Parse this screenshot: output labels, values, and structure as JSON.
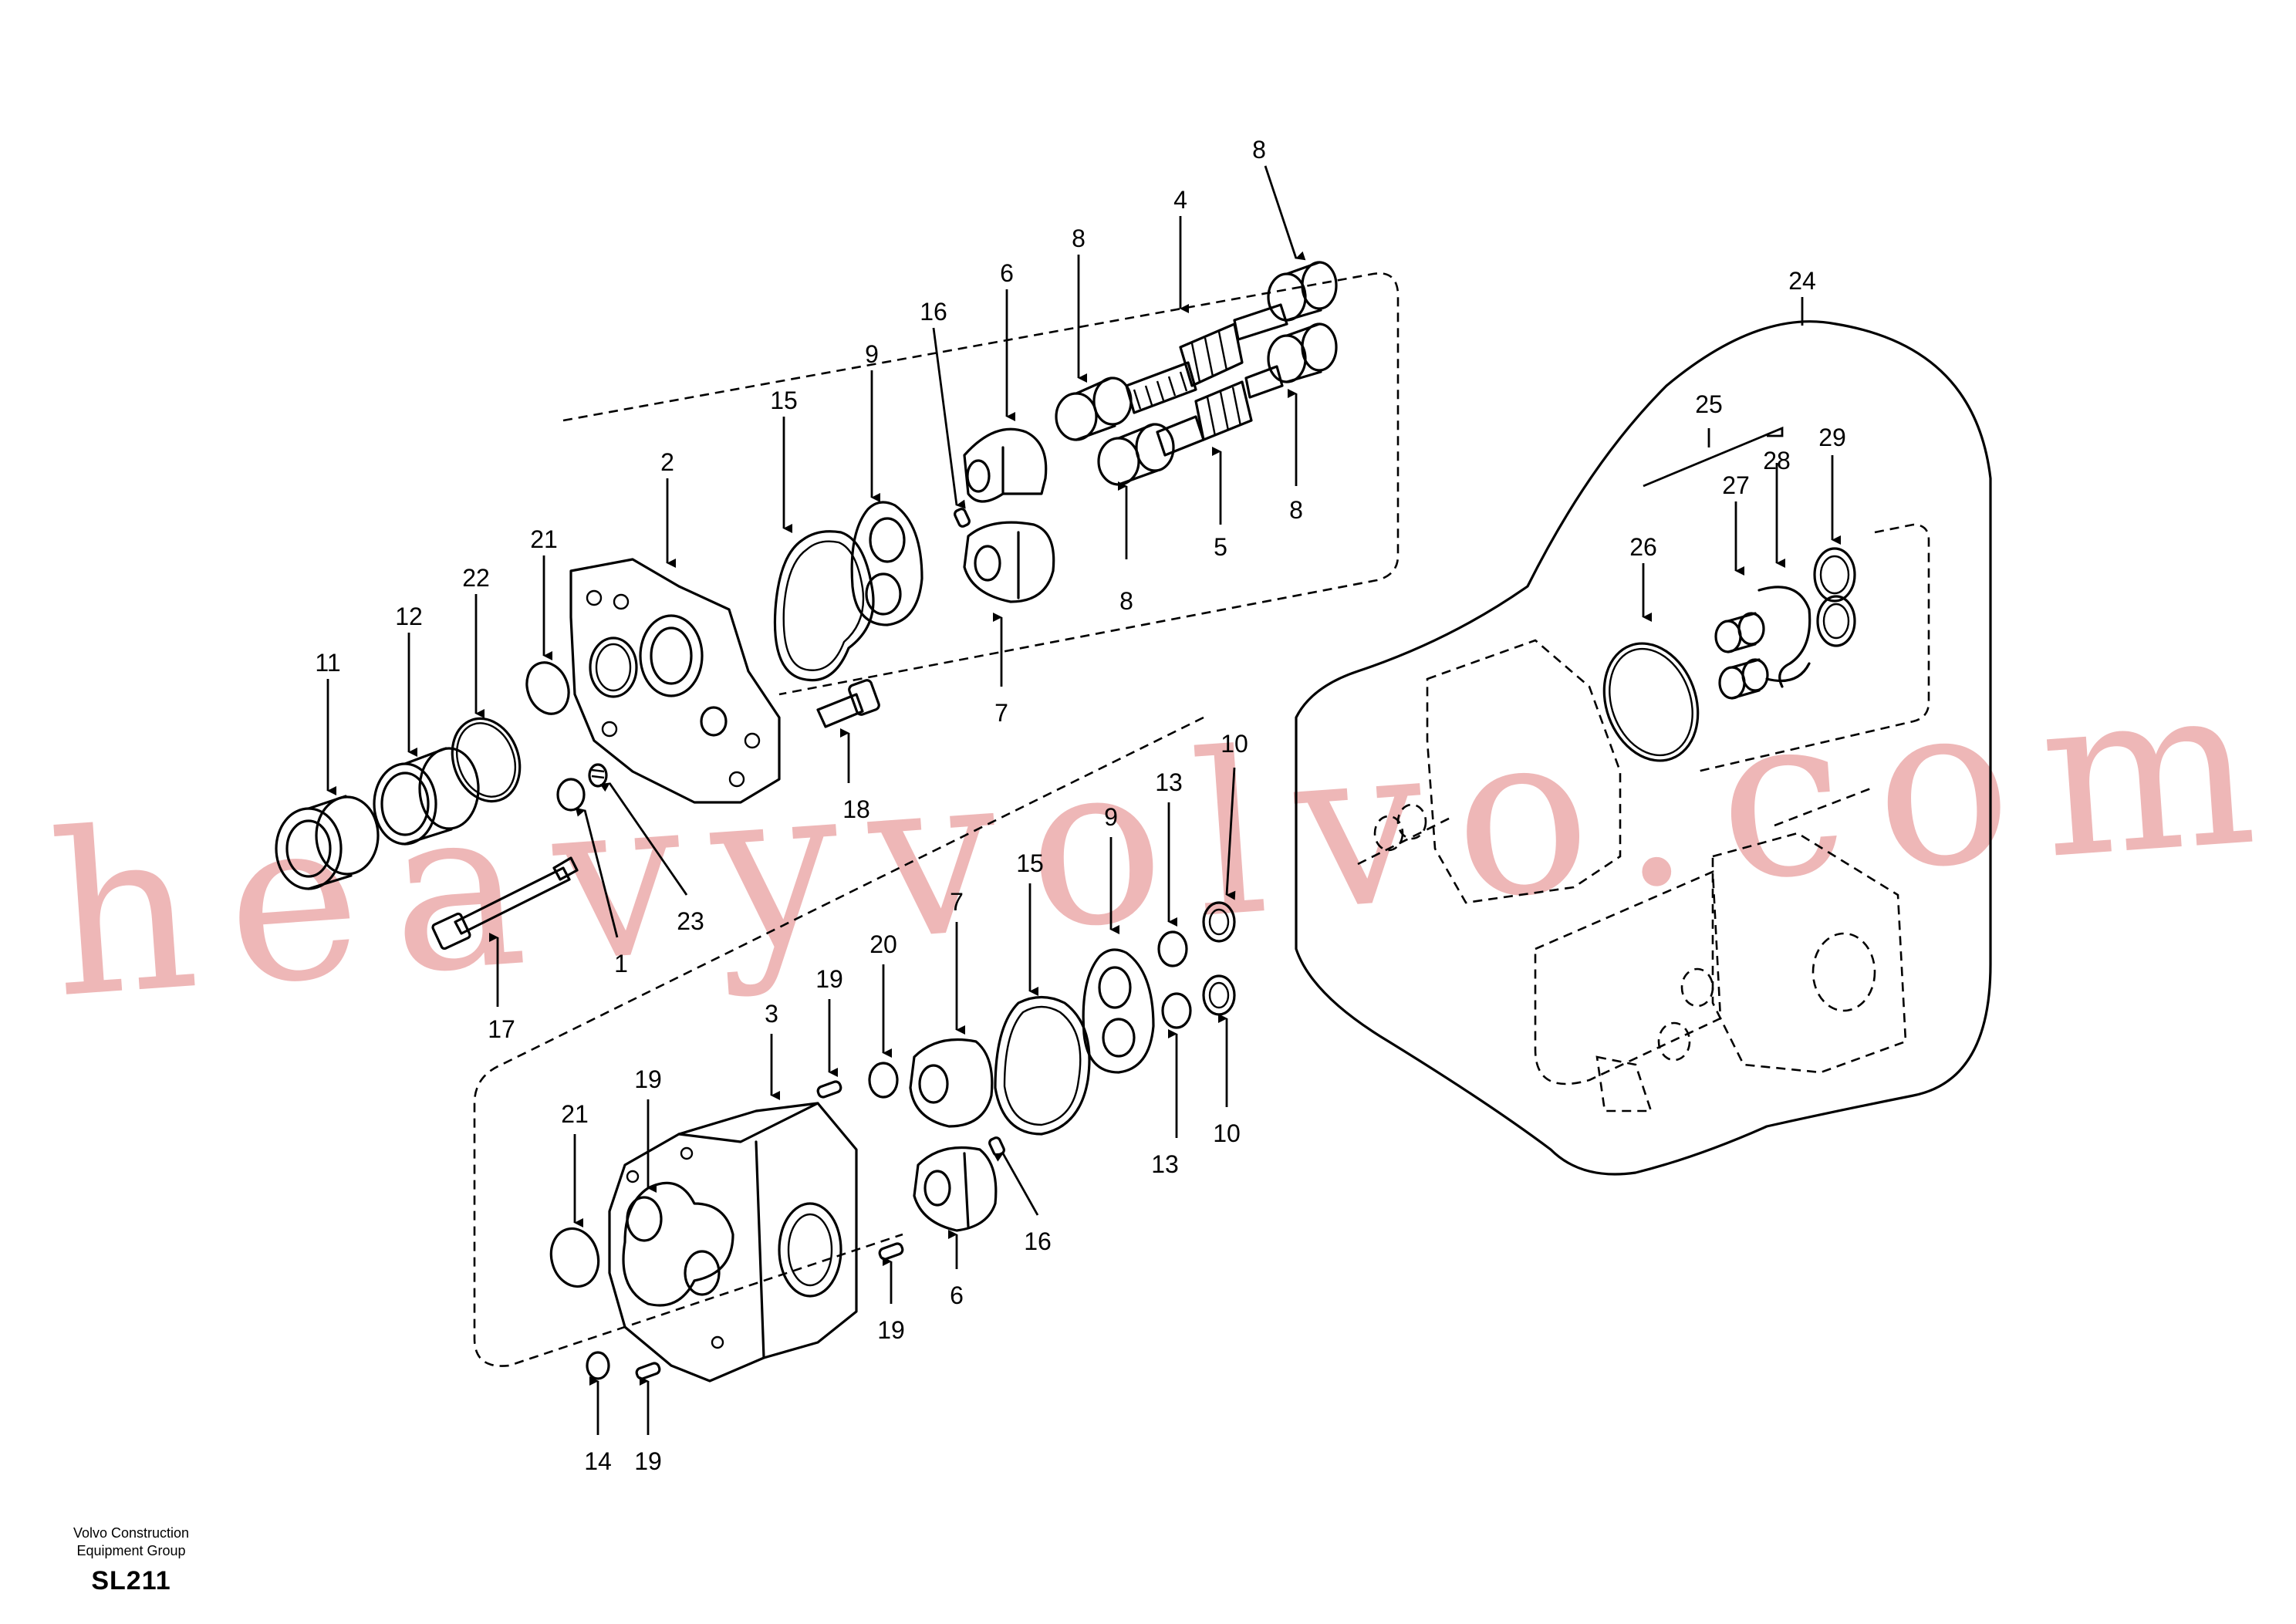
{
  "diagram": {
    "title": "",
    "watermark": "heavyvolvo.com",
    "callouts": {
      "c11": "11",
      "c12": "12",
      "c22": "22",
      "c21a": "21",
      "c2": "2",
      "c15a": "15",
      "c9a": "9",
      "c16a": "16",
      "c6a": "6",
      "c8a": "8",
      "c4": "4",
      "c8b": "8",
      "c8c": "8",
      "c5": "5",
      "c8d": "8",
      "c7a": "7",
      "c18": "18",
      "c17": "17",
      "c1": "1",
      "c23": "23",
      "c24": "24",
      "c25": "25",
      "c26": "26",
      "c27": "27",
      "c28": "28",
      "c29": "29",
      "c10a": "10",
      "c13a": "13",
      "c9b": "9",
      "c15b": "15",
      "c7b": "7",
      "c20": "20",
      "c19a": "19",
      "c3": "3",
      "c19b": "19",
      "c21b": "21",
      "c13b": "13",
      "c10b": "10",
      "c16b": "16",
      "c6b": "6",
      "c19c": "19",
      "c14": "14",
      "c19d": "19"
    }
  },
  "footer": {
    "org_line1": "Volvo Construction",
    "org_line2": "Equipment Group",
    "code": "SL211"
  },
  "colors": {
    "line": "#000000",
    "watermark": "#e9a0a0",
    "background": "#ffffff"
  }
}
